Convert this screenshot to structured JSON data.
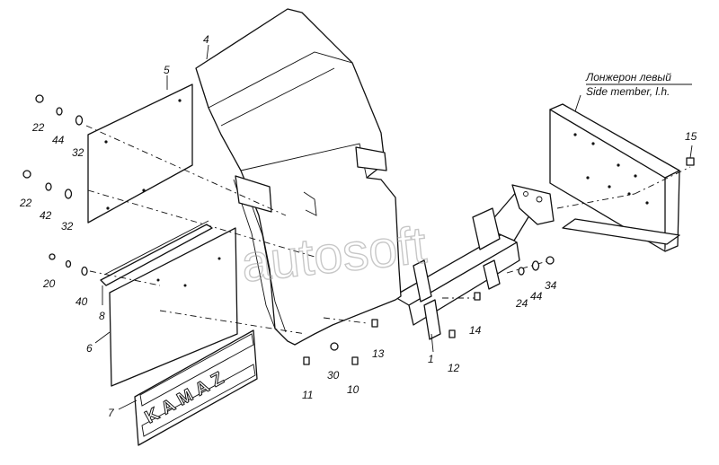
{
  "header": {
    "line1": "Лонжерон левый",
    "line2": "Side member, l.h."
  },
  "watermark": "autosoft",
  "brand_plate": "KAMAZ",
  "callouts": {
    "n1": "1",
    "n4": "4",
    "n5": "5",
    "n6": "6",
    "n7": "7",
    "n8": "8",
    "n10": "10",
    "n11": "11",
    "n12": "12",
    "n13": "13",
    "n14": "14",
    "n15": "15",
    "n20": "20",
    "n22a": "22",
    "n22b": "22",
    "n24": "24",
    "n30": "30",
    "n32a": "32",
    "n32b": "32",
    "n34": "34",
    "n40": "40",
    "n42": "42",
    "n44a": "44",
    "n44b": "44"
  }
}
